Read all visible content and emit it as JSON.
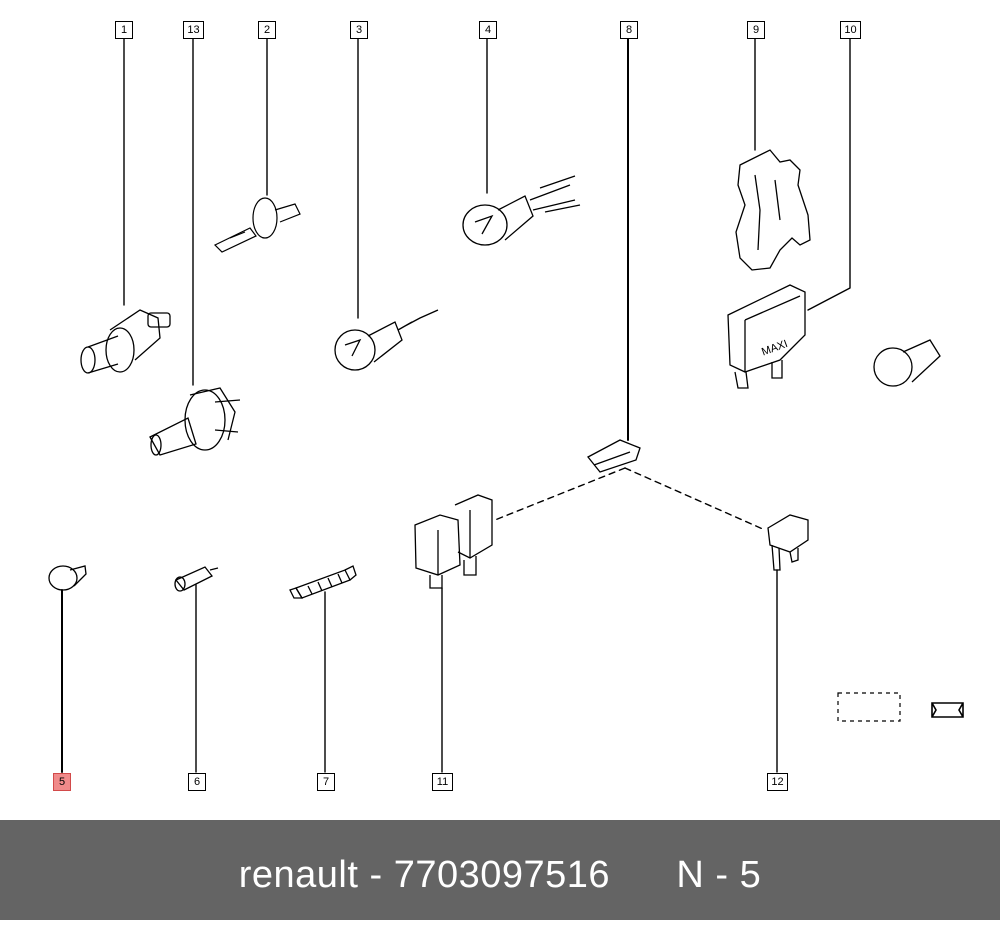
{
  "diagram": {
    "callouts": [
      "1",
      "13",
      "2",
      "3",
      "4",
      "8",
      "9",
      "10",
      "5",
      "6",
      "7",
      "11",
      "12"
    ],
    "highlighted_callout": "5",
    "fuse_label": "MAXI",
    "highlight_color": "#f08a8a"
  },
  "footer": {
    "brand": "renault",
    "separator": " - ",
    "part_number": "7703097516",
    "page_ref": "N - 5"
  }
}
